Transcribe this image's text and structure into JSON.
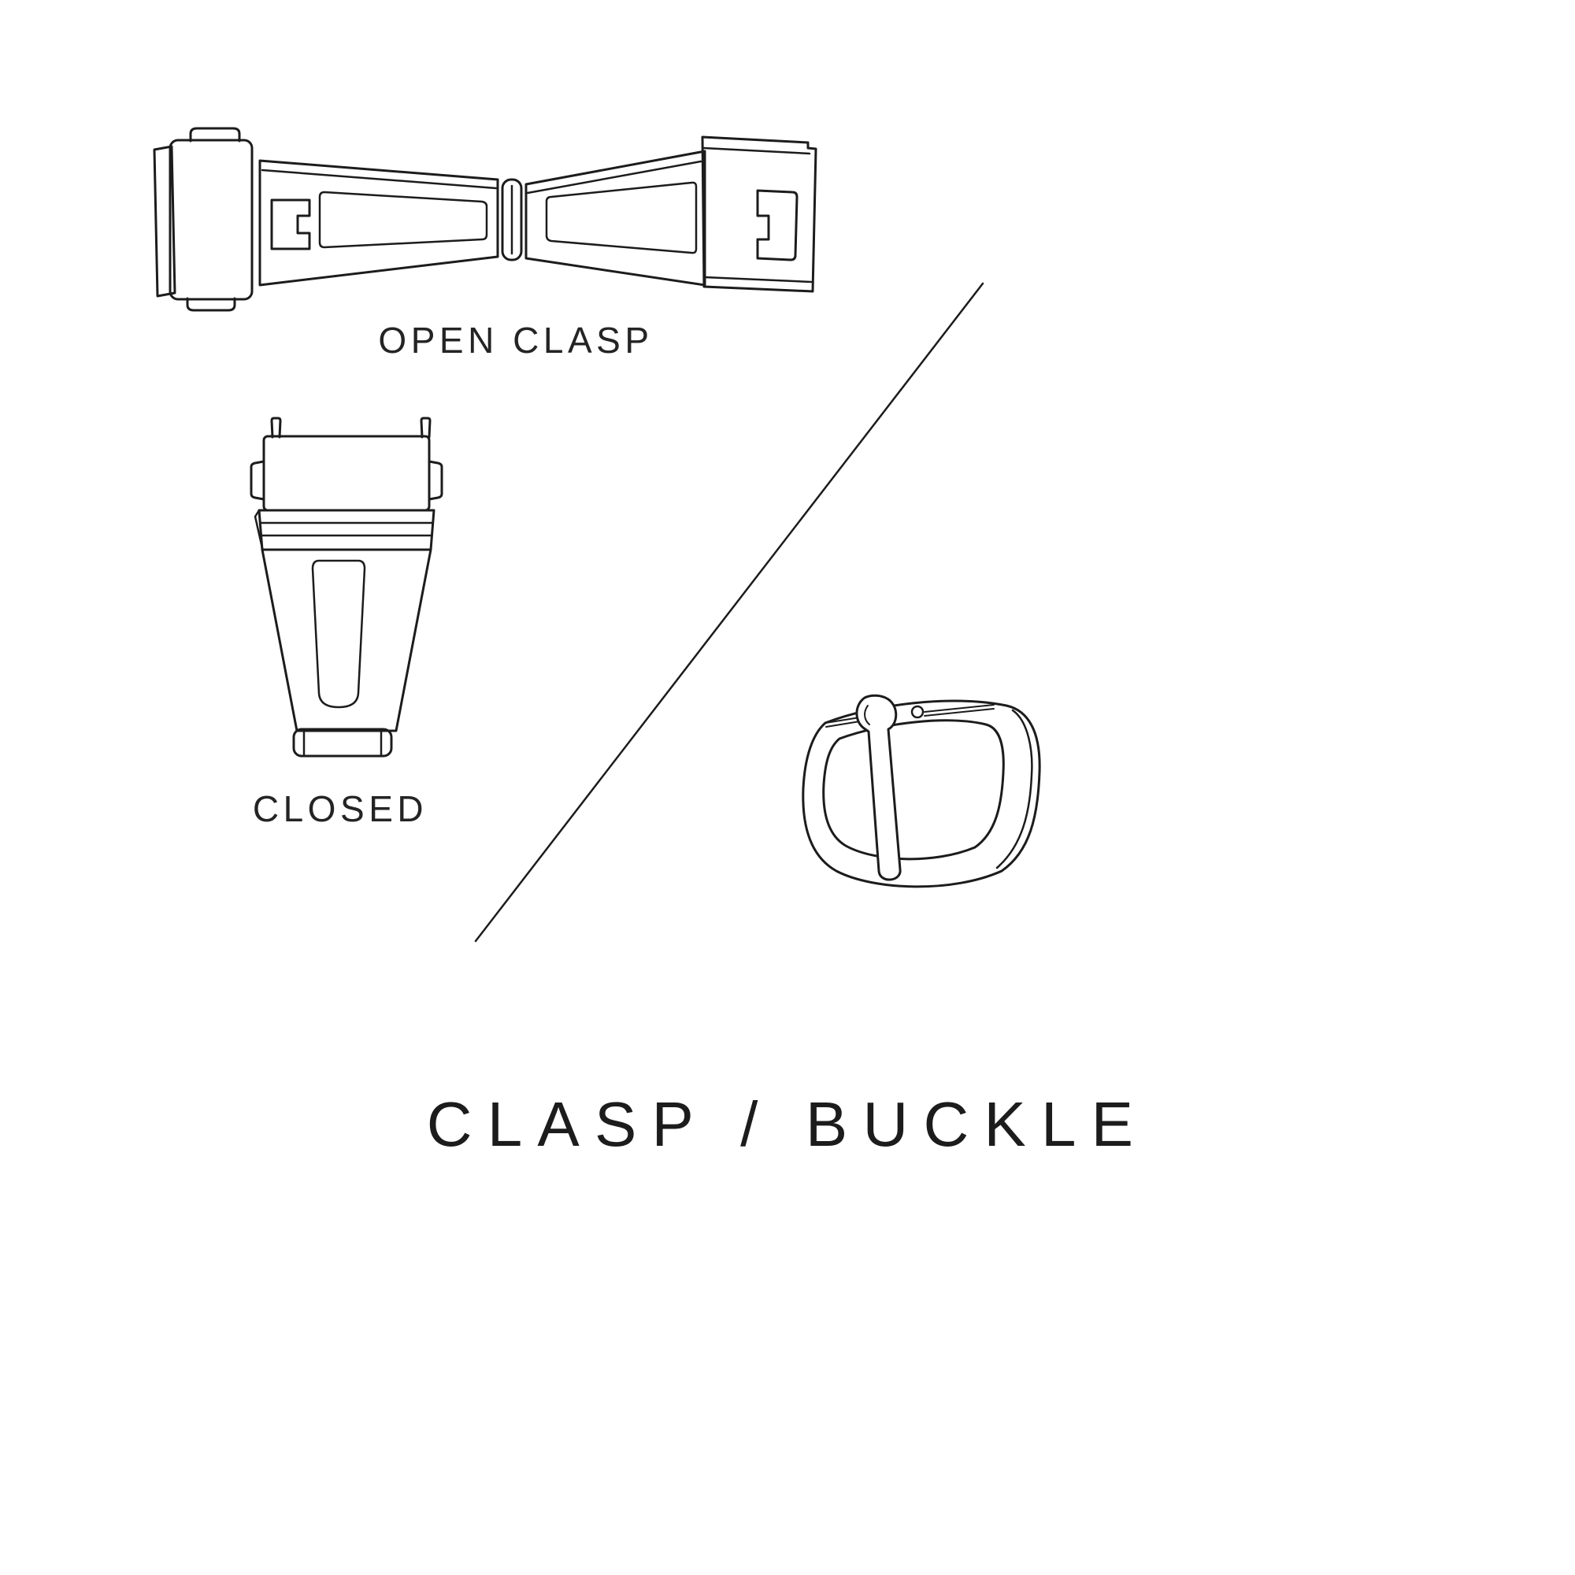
{
  "canvas": {
    "background": "#ffffff",
    "line_color": "#1c1c1c",
    "text_color": "#242424"
  },
  "figures": {
    "open_clasp": {
      "label": "OPEN CLASP"
    },
    "closed_clasp": {
      "label": "CLOSED"
    },
    "buckle": {
      "label": ""
    }
  },
  "title": "CLASP / BUCKLE"
}
